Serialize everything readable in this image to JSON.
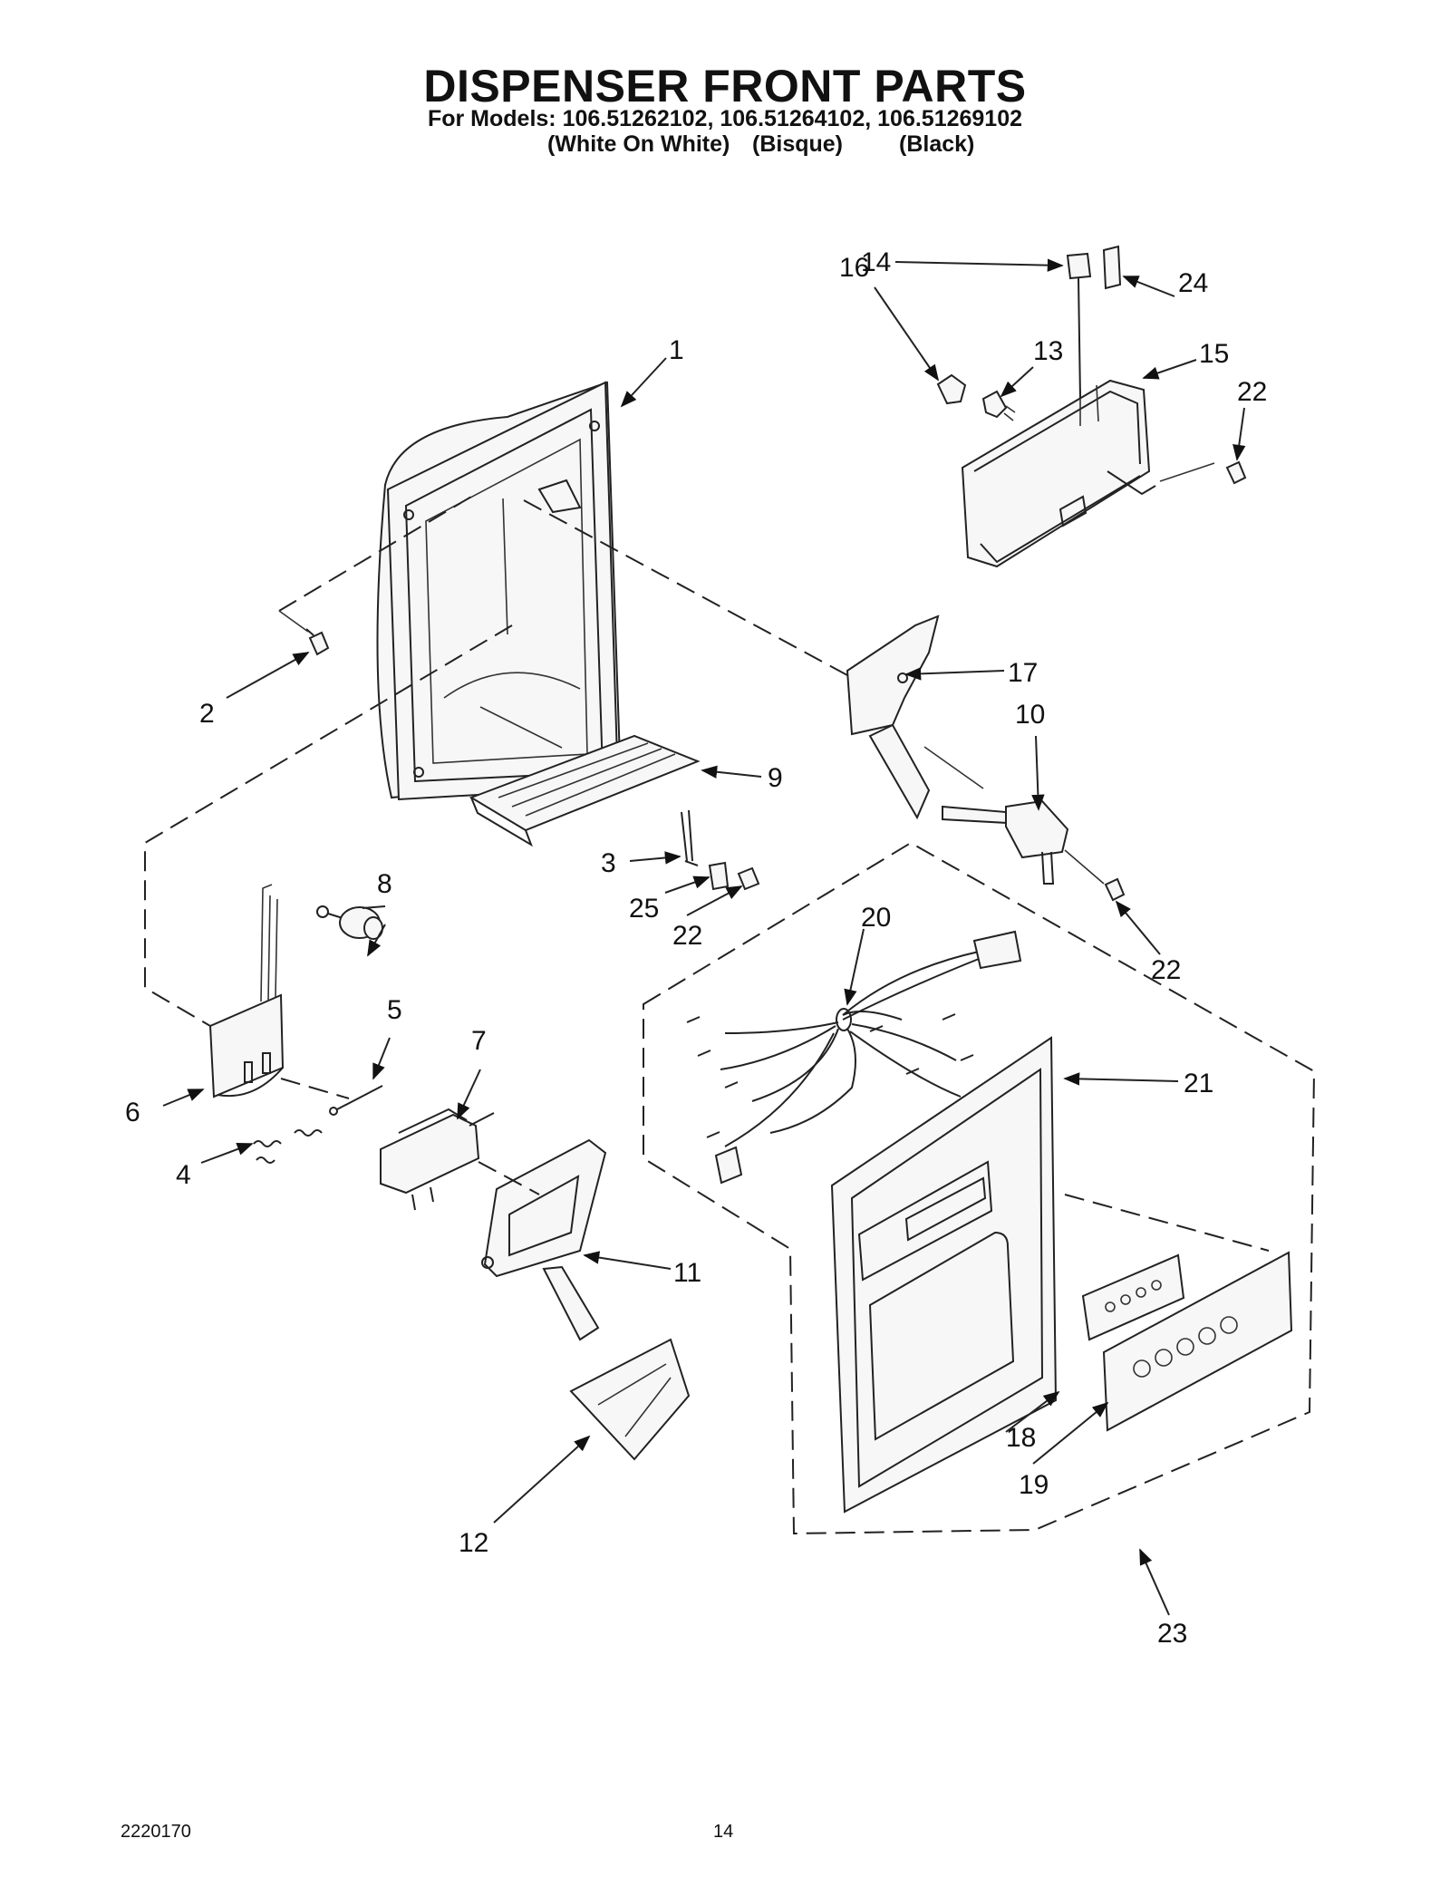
{
  "header": {
    "title": "DISPENSER FRONT PARTS",
    "models_line": "For Models: 106.51262102, 106.51264102, 106.51269102",
    "variant_1": "(White On White)",
    "variant_2": "(Bisque)",
    "variant_3": "(Black)"
  },
  "callouts": [
    {
      "id": "c1",
      "label": "1"
    },
    {
      "id": "c2",
      "label": "2"
    },
    {
      "id": "c3",
      "label": "3"
    },
    {
      "id": "c4",
      "label": "4"
    },
    {
      "id": "c5",
      "label": "5"
    },
    {
      "id": "c6",
      "label": "6"
    },
    {
      "id": "c7",
      "label": "7"
    },
    {
      "id": "c8",
      "label": "8"
    },
    {
      "id": "c9",
      "label": "9"
    },
    {
      "id": "c10",
      "label": "10"
    },
    {
      "id": "c11",
      "label": "11"
    },
    {
      "id": "c12",
      "label": "12"
    },
    {
      "id": "c13",
      "label": "13"
    },
    {
      "id": "c14",
      "label": "14"
    },
    {
      "id": "c15",
      "label": "15"
    },
    {
      "id": "c16",
      "label": "16"
    },
    {
      "id": "c17",
      "label": "17"
    },
    {
      "id": "c18",
      "label": "18"
    },
    {
      "id": "c19",
      "label": "19"
    },
    {
      "id": "c20",
      "label": "20"
    },
    {
      "id": "c21",
      "label": "21"
    },
    {
      "id": "c22a",
      "label": "22"
    },
    {
      "id": "c22b",
      "label": "22"
    },
    {
      "id": "c22c",
      "label": "22"
    },
    {
      "id": "c23",
      "label": "23"
    },
    {
      "id": "c24",
      "label": "24"
    },
    {
      "id": "c25",
      "label": "25"
    }
  ],
  "footer": {
    "doc_number": "2220170",
    "page_number": "14"
  }
}
